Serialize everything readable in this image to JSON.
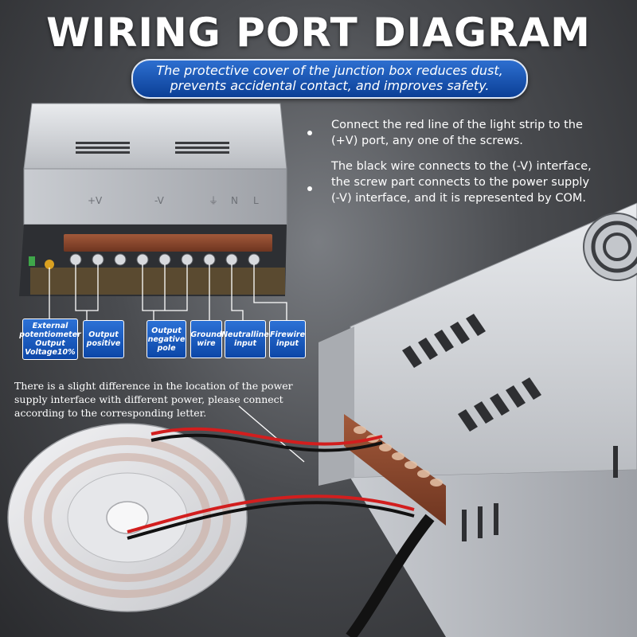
{
  "header": {
    "title": "WIRING PORT DIAGRAM",
    "subtitle_line1": "The protective cover of the junction box reduces dust,",
    "subtitle_line2": "prevents accidental contact, and improves safety."
  },
  "notes": {
    "red_wire": "Connect the red line of the light strip to the (+V) port, any one of the screws.",
    "black_wire": "The black wire connects to the (-V) interface, the screw part connects to the power supply (-V) interface, and it is represented by COM.",
    "location": "There is a slight difference in the location of the power supply interface with different power, please connect according to the corresponding letter."
  },
  "port_labels": [
    {
      "text": "External potentiometer Output Voltage10%"
    },
    {
      "text": "Output positive"
    },
    {
      "text": "Output negative pole"
    },
    {
      "text": "Ground wire"
    },
    {
      "text": "Neutralline input"
    },
    {
      "text": "Firewire input"
    }
  ],
  "terminal_marks": {
    "positive": "+V",
    "negative": "-V",
    "ground": "⏚",
    "neutral": "N",
    "live": "L"
  },
  "colors": {
    "label_blue": "#0c47a8",
    "wire_red": "#d21e1e",
    "wire_black": "#111111",
    "terminal_brown": "#8a4a2a"
  }
}
